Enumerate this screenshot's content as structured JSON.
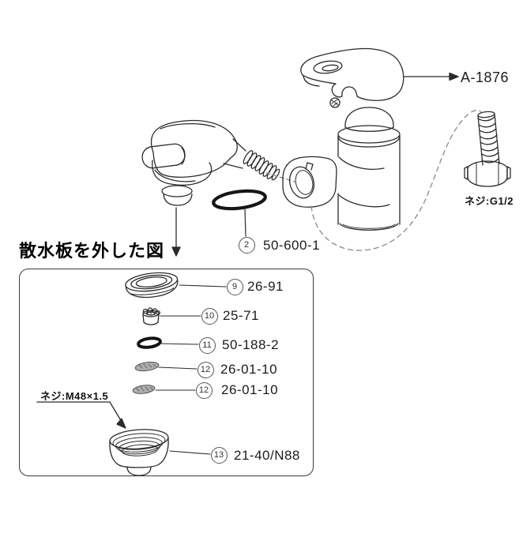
{
  "page": {
    "background": "#ffffff",
    "line_color": "#2b2b2b"
  },
  "top_assembly": {
    "handle_callout": {
      "code": "A-1876"
    },
    "screw_thread_label": "ネジ:G1/2",
    "oring_callout": {
      "num": "2",
      "code": "50-600-1"
    }
  },
  "section_title": "散水板を外した図",
  "parts_box": {
    "thread_note": "ネジ:M48×1.5",
    "parts": [
      {
        "num": "9",
        "code": "26-91"
      },
      {
        "num": "10",
        "code": "25-71"
      },
      {
        "num": "11",
        "code": "50-188-2"
      },
      {
        "num": "12",
        "code": "26-01-10"
      },
      {
        "num": "12",
        "code": "26-01-10"
      },
      {
        "num": "13",
        "code": "21-40/N88"
      }
    ]
  }
}
